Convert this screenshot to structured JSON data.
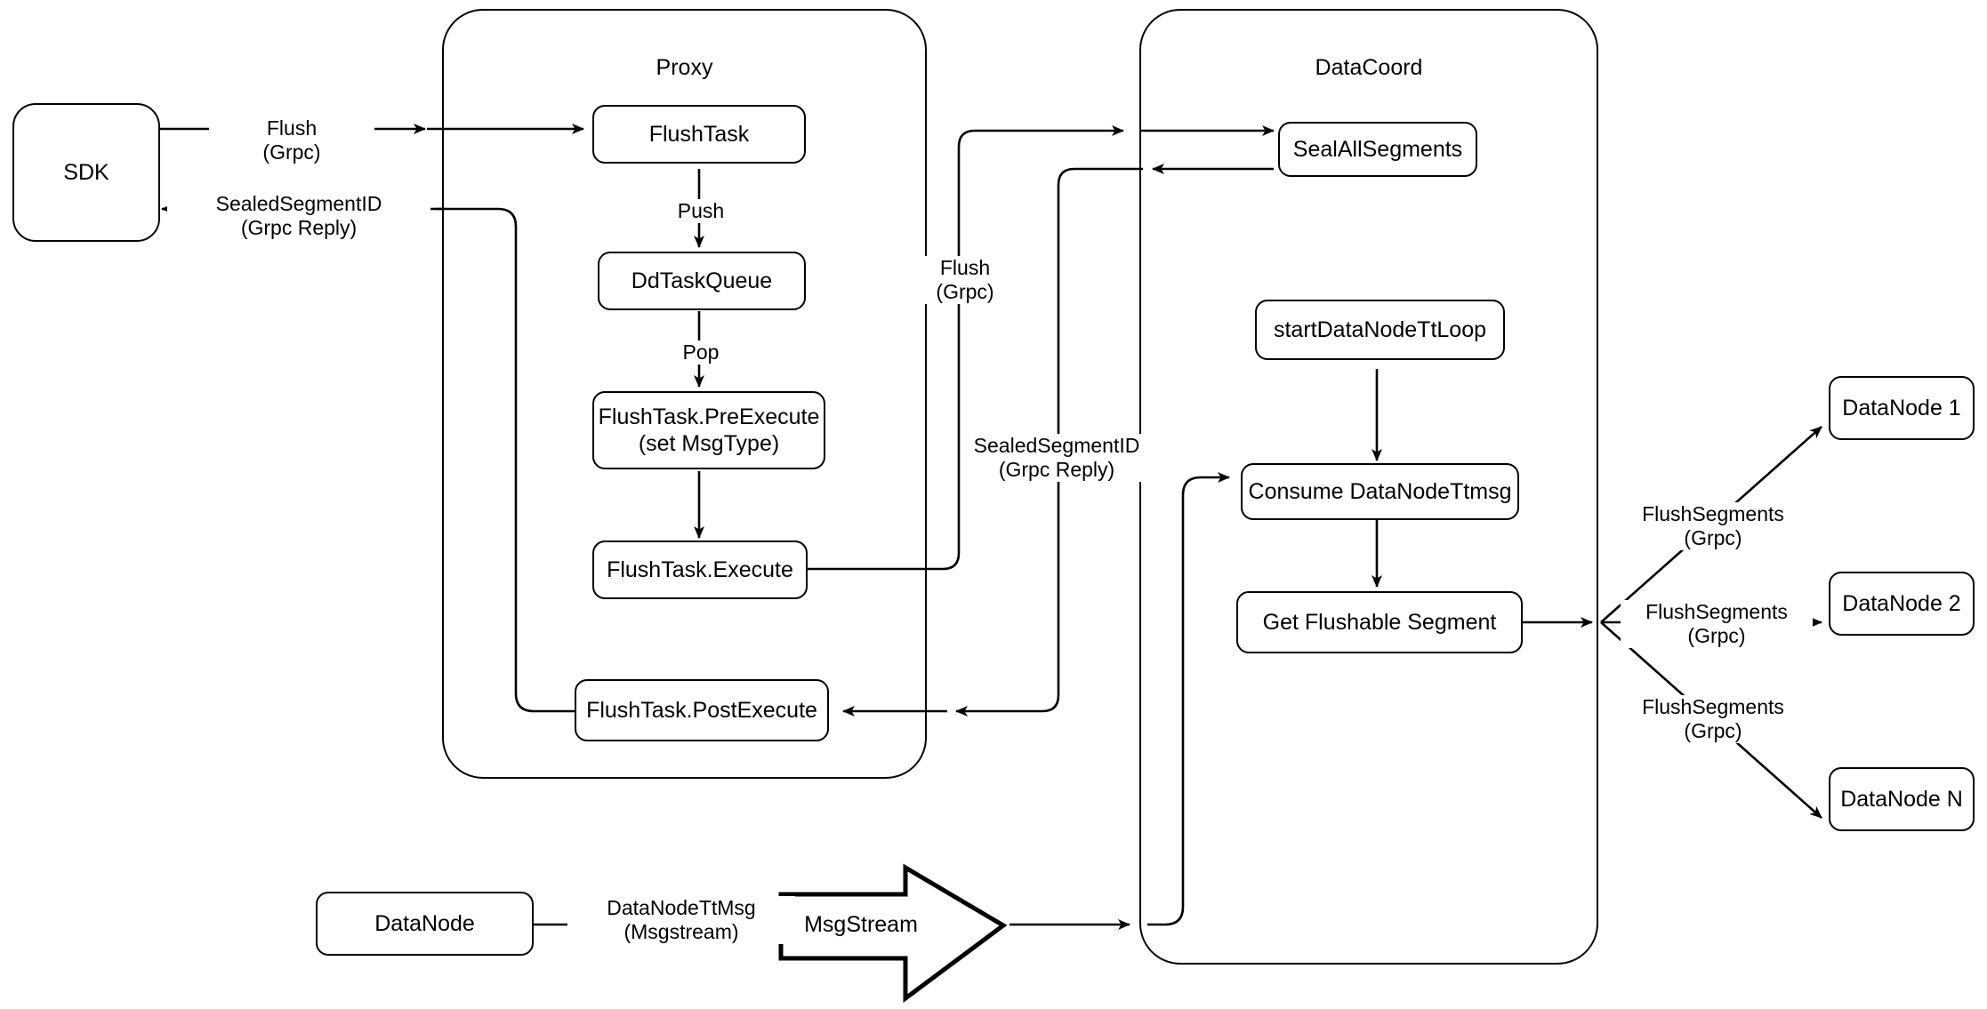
{
  "diagram": {
    "title_proxy": "Proxy",
    "title_datacoord": "DataCoord"
  },
  "nodes": {
    "sdk": "SDK",
    "flush_task": "FlushTask",
    "dd_task_queue": "DdTaskQueue",
    "pre_execute": "FlushTask.PreExecute\n(set MsgType)",
    "execute": "FlushTask.Execute",
    "post_execute": "FlushTask.PostExecute",
    "seal_all_segments": "SealAllSegments",
    "start_tt_loop": "startDataNodeTtLoop",
    "consume_ttmsg": "Consume DataNodeTtmsg",
    "get_flushable": "Get Flushable Segment",
    "data_node": "DataNode",
    "msg_stream": "MsgStream",
    "data_node_1": "DataNode 1",
    "data_node_2": "DataNode 2",
    "data_node_n": "DataNode N"
  },
  "edge_labels": {
    "sdk_to_proxy": "Flush\n(Grpc)",
    "proxy_to_sdk": "SealedSegmentID\n(Grpc Reply)",
    "push": "Push",
    "pop": "Pop",
    "proxy_to_datacoord": "Flush\n(Grpc)",
    "datacoord_to_proxy": "SealedSegmentID\n(Grpc Reply)",
    "datanode_ttmsg": "DataNodeTtMsg\n(Msgstream)",
    "flush_segments_1": "FlushSegments\n(Grpc)",
    "flush_segments_2": "FlushSegments\n(Grpc)",
    "flush_segments_n": "FlushSegments\n(Grpc)"
  },
  "colors": {
    "stroke": "#000000",
    "fill": "#ffffff"
  }
}
